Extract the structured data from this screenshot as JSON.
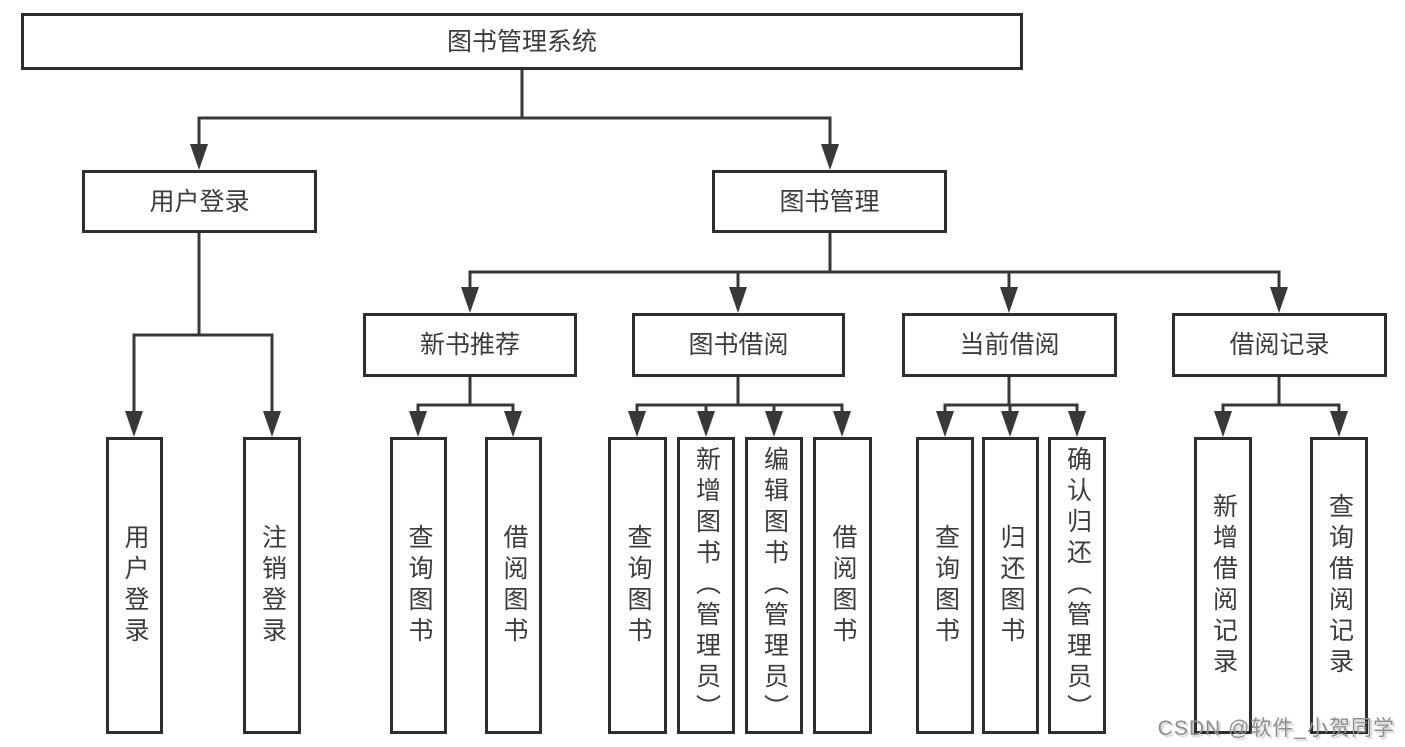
{
  "colors": {
    "line": "#383838",
    "box_border": "#2e2e2e",
    "text": "#3c3c3c",
    "watermark": "#8f8f8f",
    "background": "#ffffff"
  },
  "watermark": "CSDN @软件_小贺同学",
  "tree": {
    "root": {
      "label": "图书管理系统"
    },
    "branches": [
      {
        "label": "用户登录",
        "children": [
          {
            "label": "用户登录"
          },
          {
            "label": "注销登录"
          }
        ]
      },
      {
        "label": "图书管理",
        "children": [
          {
            "label": "新书推荐",
            "children": [
              {
                "label": "查询图书"
              },
              {
                "label": "借阅图书"
              }
            ]
          },
          {
            "label": "图书借阅",
            "children": [
              {
                "label": "查询图书"
              },
              {
                "label": "新增图书（管理员）"
              },
              {
                "label": "编辑图书（管理员）"
              },
              {
                "label": "借阅图书"
              }
            ]
          },
          {
            "label": "当前借阅",
            "children": [
              {
                "label": "查询图书"
              },
              {
                "label": "归还图书"
              },
              {
                "label": "确认归还（管理员）"
              }
            ]
          },
          {
            "label": "借阅记录",
            "children": [
              {
                "label": "新增借阅记录"
              },
              {
                "label": "查询借阅记录"
              }
            ]
          }
        ]
      }
    ]
  }
}
